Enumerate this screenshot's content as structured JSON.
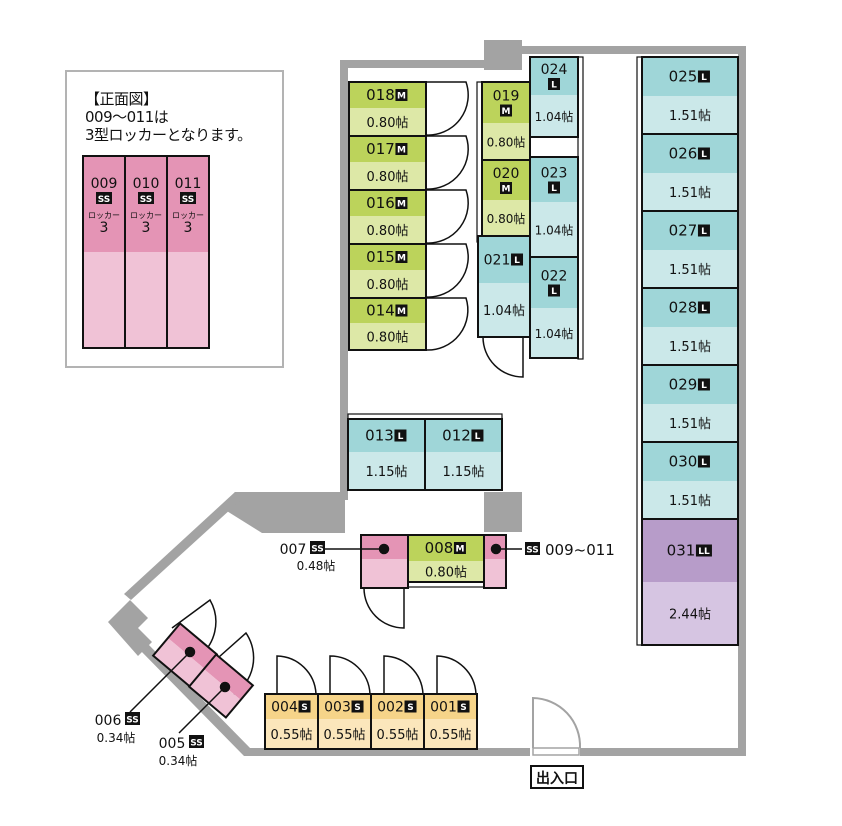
{
  "legend": {
    "title_line1": "【正面図】",
    "title_line2": "009〜011は",
    "title_line3": "3型ロッカーとなります。",
    "lockers": [
      {
        "number": "009",
        "size": "SS",
        "type_label": "ロッカー",
        "type_num": "3"
      },
      {
        "number": "010",
        "size": "SS",
        "type_label": "ロッカー",
        "type_num": "3"
      },
      {
        "number": "011",
        "size": "SS",
        "type_label": "ロッカー",
        "type_num": "3"
      }
    ]
  },
  "colors": {
    "M_top": "#bcd35b",
    "M_bottom": "#dde8a7",
    "L_top": "#9fd6d8",
    "L_bottom": "#cbe8e9",
    "LL_top": "#b79cc9",
    "LL_bottom": "#d6c5e2",
    "SS_top": "#e494b5",
    "SS_bottom": "#f0c2d6",
    "S_top": "#f6d489",
    "S_bottom": "#fbe6bb",
    "wall": "#a3a3a3"
  },
  "units": {
    "u018": {
      "number": "018",
      "size": "M",
      "area": "0.80帖"
    },
    "u017": {
      "number": "017",
      "size": "M",
      "area": "0.80帖"
    },
    "u016": {
      "number": "016",
      "size": "M",
      "area": "0.80帖"
    },
    "u015": {
      "number": "015",
      "size": "M",
      "area": "0.80帖"
    },
    "u014": {
      "number": "014",
      "size": "M",
      "area": "0.80帖"
    },
    "u019": {
      "number": "019",
      "size": "M",
      "area": "0.80帖"
    },
    "u020": {
      "number": "020",
      "size": "M",
      "area": "0.80帖"
    },
    "u021": {
      "number": "021",
      "size": "L",
      "area": "1.04帖"
    },
    "u022": {
      "number": "022",
      "size": "L",
      "area": "1.04帖"
    },
    "u023": {
      "number": "023",
      "size": "L",
      "area": "1.04帖"
    },
    "u024": {
      "number": "024",
      "size": "L",
      "area": "1.04帖"
    },
    "u025": {
      "number": "025",
      "size": "L",
      "area": "1.51帖"
    },
    "u026": {
      "number": "026",
      "size": "L",
      "area": "1.51帖"
    },
    "u027": {
      "number": "027",
      "size": "L",
      "area": "1.51帖"
    },
    "u028": {
      "number": "028",
      "size": "L",
      "area": "1.51帖"
    },
    "u029": {
      "number": "029",
      "size": "L",
      "area": "1.51帖"
    },
    "u030": {
      "number": "030",
      "size": "L",
      "area": "1.51帖"
    },
    "u031": {
      "number": "031",
      "size": "LL",
      "area": "2.44帖"
    },
    "u013": {
      "number": "013",
      "size": "L",
      "area": "1.15帖"
    },
    "u012": {
      "number": "012",
      "size": "L",
      "area": "1.15帖"
    },
    "u008": {
      "number": "008",
      "size": "M",
      "area": "0.80帖"
    },
    "u007": {
      "number": "007",
      "size": "SS",
      "area": "0.48帖"
    },
    "u006": {
      "number": "006",
      "size": "SS",
      "area": "0.34帖"
    },
    "u005": {
      "number": "005",
      "size": "SS",
      "area": "0.34帖"
    },
    "u004": {
      "number": "004",
      "size": "S",
      "area": "0.55帖"
    },
    "u003": {
      "number": "003",
      "size": "S",
      "area": "0.55帖"
    },
    "u002": {
      "number": "002",
      "size": "S",
      "area": "0.55帖"
    },
    "u001": {
      "number": "001",
      "size": "S",
      "area": "0.55帖"
    }
  },
  "callouts": {
    "ss_range_badge": "SS",
    "ss_range_text": "009~011"
  },
  "entrance_label": "出入口"
}
